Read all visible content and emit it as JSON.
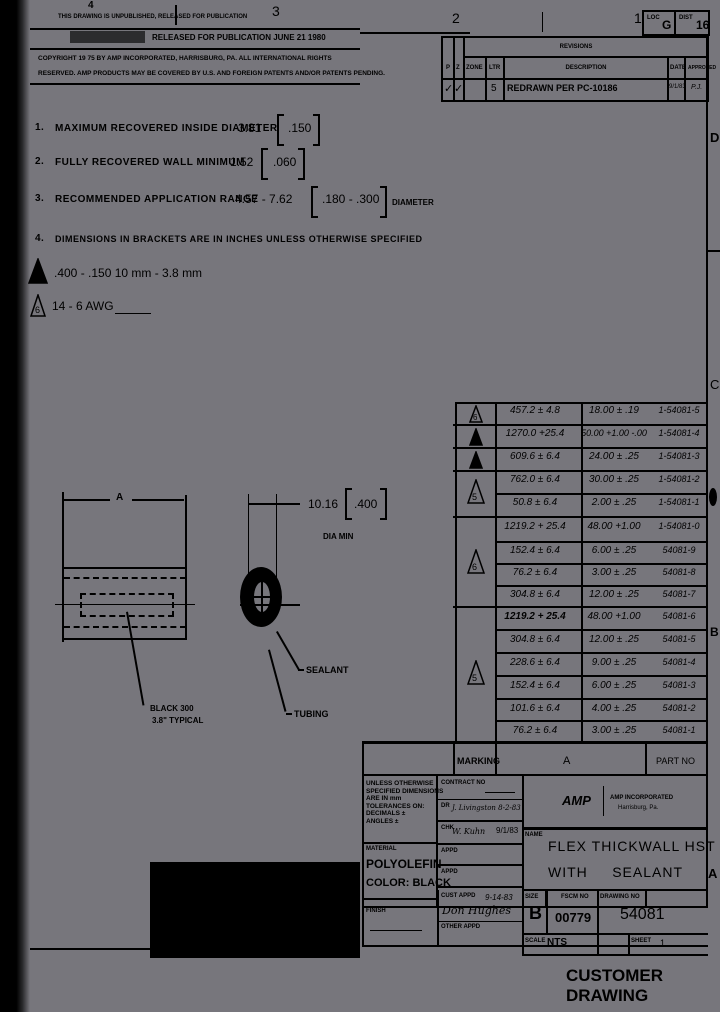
{
  "header": {
    "zone_numbers": [
      "4",
      "3",
      "2",
      "1"
    ],
    "top_note": "THIS DRAWING IS UNPUBLISHED, RELEASED FOR PUBLICATION",
    "release_text": "RELEASED FOR PUBLICATION JUNE 21 1980",
    "copyright_line1": "COPYRIGHT 19 75    BY AMP INCORPORATED, HARRISBURG, PA. ALL INTERNATIONAL RIGHTS",
    "copyright_line2": "RESERVED. AMP PRODUCTS MAY BE COVERED BY U.S. AND FOREIGN PATENTS AND/OR PATENTS PENDING.",
    "loc_label": "LOC",
    "loc_value": "G",
    "dist_label": "DIST",
    "dist_value": "16"
  },
  "revisions": {
    "title": "REVISIONS",
    "columns": [
      "P",
      "Z",
      "ZONE",
      "LTR",
      "DESCRIPTION",
      "DATE",
      "APPROVED"
    ],
    "rows": [
      {
        "p": "✓",
        "z": "✓",
        "zone": "",
        "ltr": "5",
        "description": "REDRAWN PER PC-10186",
        "date": "9/1/83",
        "approved": "P.J."
      }
    ]
  },
  "border_letters": {
    "d": "D",
    "c": "C",
    "b": "B",
    "a": "A"
  },
  "notes": [
    {
      "num": "1.",
      "label": "MAXIMUM RECOVERED INSIDE DIAMETER",
      "mm": "3.81",
      "inch": ".150",
      "suffix": ""
    },
    {
      "num": "2.",
      "label": "FULLY RECOVERED WALL MINIMUM",
      "mm": "1.52",
      "inch": ".060",
      "suffix": ""
    },
    {
      "num": "3.",
      "label": "RECOMMENDED APPLICATION RANGE",
      "mm": "4.57 - 7.62",
      "inch": ".180 - .300",
      "suffix": "DIAMETER"
    },
    {
      "num": "4.",
      "label": "DIMENSIONS IN BRACKETS ARE IN INCHES UNLESS OTHERWISE SPECIFIED",
      "mm": "",
      "inch": "",
      "suffix": ""
    }
  ],
  "flag_notes": [
    {
      "flag": "5",
      "text": ".400 - .150   10 mm - 3.8 mm"
    },
    {
      "flag": "6",
      "text": "14 - 6 AWG"
    }
  ],
  "drawing": {
    "dim_a": "A",
    "dia_mm": "10.16",
    "dia_inch": ".400",
    "dia_label": "DIA MIN",
    "callout_marking": "BLACK 300",
    "callout_marking2": "3.8\" TYPICAL",
    "callout_sealant": "SEALANT",
    "callout_tubing": "TUBING"
  },
  "part_table": {
    "rows": [
      {
        "flag": "6",
        "length_mm": "457.2 ± 4.8",
        "length_in": "18.00 ± .19",
        "part_no": "1-54081-5"
      },
      {
        "flag": "6",
        "length_mm": "1270.0 +25.4",
        "length_in": "50.00 +1.00 -.00",
        "part_no": "1-54081-4"
      },
      {
        "flag": "6",
        "length_mm": "609.6 ± 6.4",
        "length_in": "24.00 ± .25",
        "part_no": "1-54081-3"
      },
      {
        "flag": "5",
        "length_mm": "762.0 ± 6.4",
        "length_in": "30.00 ± .25",
        "part_no": "1-54081-2"
      },
      {
        "flag": "",
        "length_mm": "50.8 ± 6.4",
        "length_in": "2.00 ± .25",
        "part_no": "1-54081-1"
      },
      {
        "flag": "6",
        "length_mm": "1219.2 + 25.4",
        "length_in": "48.00 +1.00",
        "part_no": "1-54081-0"
      },
      {
        "flag": "",
        "length_mm": "152.4 ± 6.4",
        "length_in": "6.00 ± .25",
        "part_no": "54081-9"
      },
      {
        "flag": "",
        "length_mm": "76.2 ± 6.4",
        "length_in": "3.00 ± .25",
        "part_no": "54081-8"
      },
      {
        "flag": "",
        "length_mm": "304.8 ± 6.4",
        "length_in": "12.00 ± .25",
        "part_no": "54081-7"
      },
      {
        "flag": "5",
        "length_mm": "1219.2 + 25.4",
        "length_in": "48.00 +1.00",
        "part_no": "54081-6"
      },
      {
        "flag": "",
        "length_mm": "304.8 ± 6.4",
        "length_in": "12.00 ± .25",
        "part_no": "54081-5"
      },
      {
        "flag": "",
        "length_mm": "228.6 ± 6.4",
        "length_in": "9.00 ± .25",
        "part_no": "54081-4"
      },
      {
        "flag": "",
        "length_mm": "152.4 ± 6.4",
        "length_in": "6.00 ± .25",
        "part_no": "54081-3"
      },
      {
        "flag": "",
        "length_mm": "101.6 ± 6.4",
        "length_in": "4.00 ± .25",
        "part_no": "54081-2"
      },
      {
        "flag": "",
        "length_mm": "76.2 ± 6.4",
        "length_in": "3.00 ± .25",
        "part_no": "54081-1"
      }
    ],
    "footer_marking": "MARKING",
    "footer_a": "A",
    "footer_part_no": "PART NO"
  },
  "title_block": {
    "tolerance_text": [
      "UNLESS OTHERWISE",
      "SPECIFIED DIMENSIONS",
      "ARE IN mm",
      "TOLERANCES ON:",
      "DECIMALS ±",
      "ANGLES ±"
    ],
    "contract_label": "CONTRACT NO",
    "dr_label": "DR",
    "dr_value": "J. Livingston 8-2-83",
    "chk_label": "CHK",
    "chk_value": "W. Kuhn",
    "chk_date": "9/1/83",
    "appd_label": "APPD",
    "material_label": "MATERIAL",
    "material_value": "POLYOLEFIN",
    "color_value": "COLOR: BLACK",
    "finish_label": "FINISH",
    "cust_appd_label": "CUST APPD",
    "cust_appd_date": "9-14-83",
    "cust_appd_sig": "Don Hughes",
    "other_appd_label": "OTHER APPD",
    "company_logo": "AMP",
    "company_name": "AMP INCORPORATED",
    "company_city": "Harrisburg, Pa.",
    "name_label": "NAME",
    "name_line1": "FLEX THICKWALL HST",
    "name_line2": "WITH     SEALANT",
    "size_label": "SIZE",
    "size_value": "B",
    "fscm_label": "FSCM NO",
    "fscm_value": "00779",
    "drawing_no_label": "DRAWING NO",
    "drawing_no_value": "54081",
    "scale_label": "SCALE",
    "scale_value": "NTS",
    "sheet_label": "SHEET",
    "sheet_value": "1"
  },
  "footer": {
    "customer_drawing": "CUSTOMER DRAWING"
  }
}
